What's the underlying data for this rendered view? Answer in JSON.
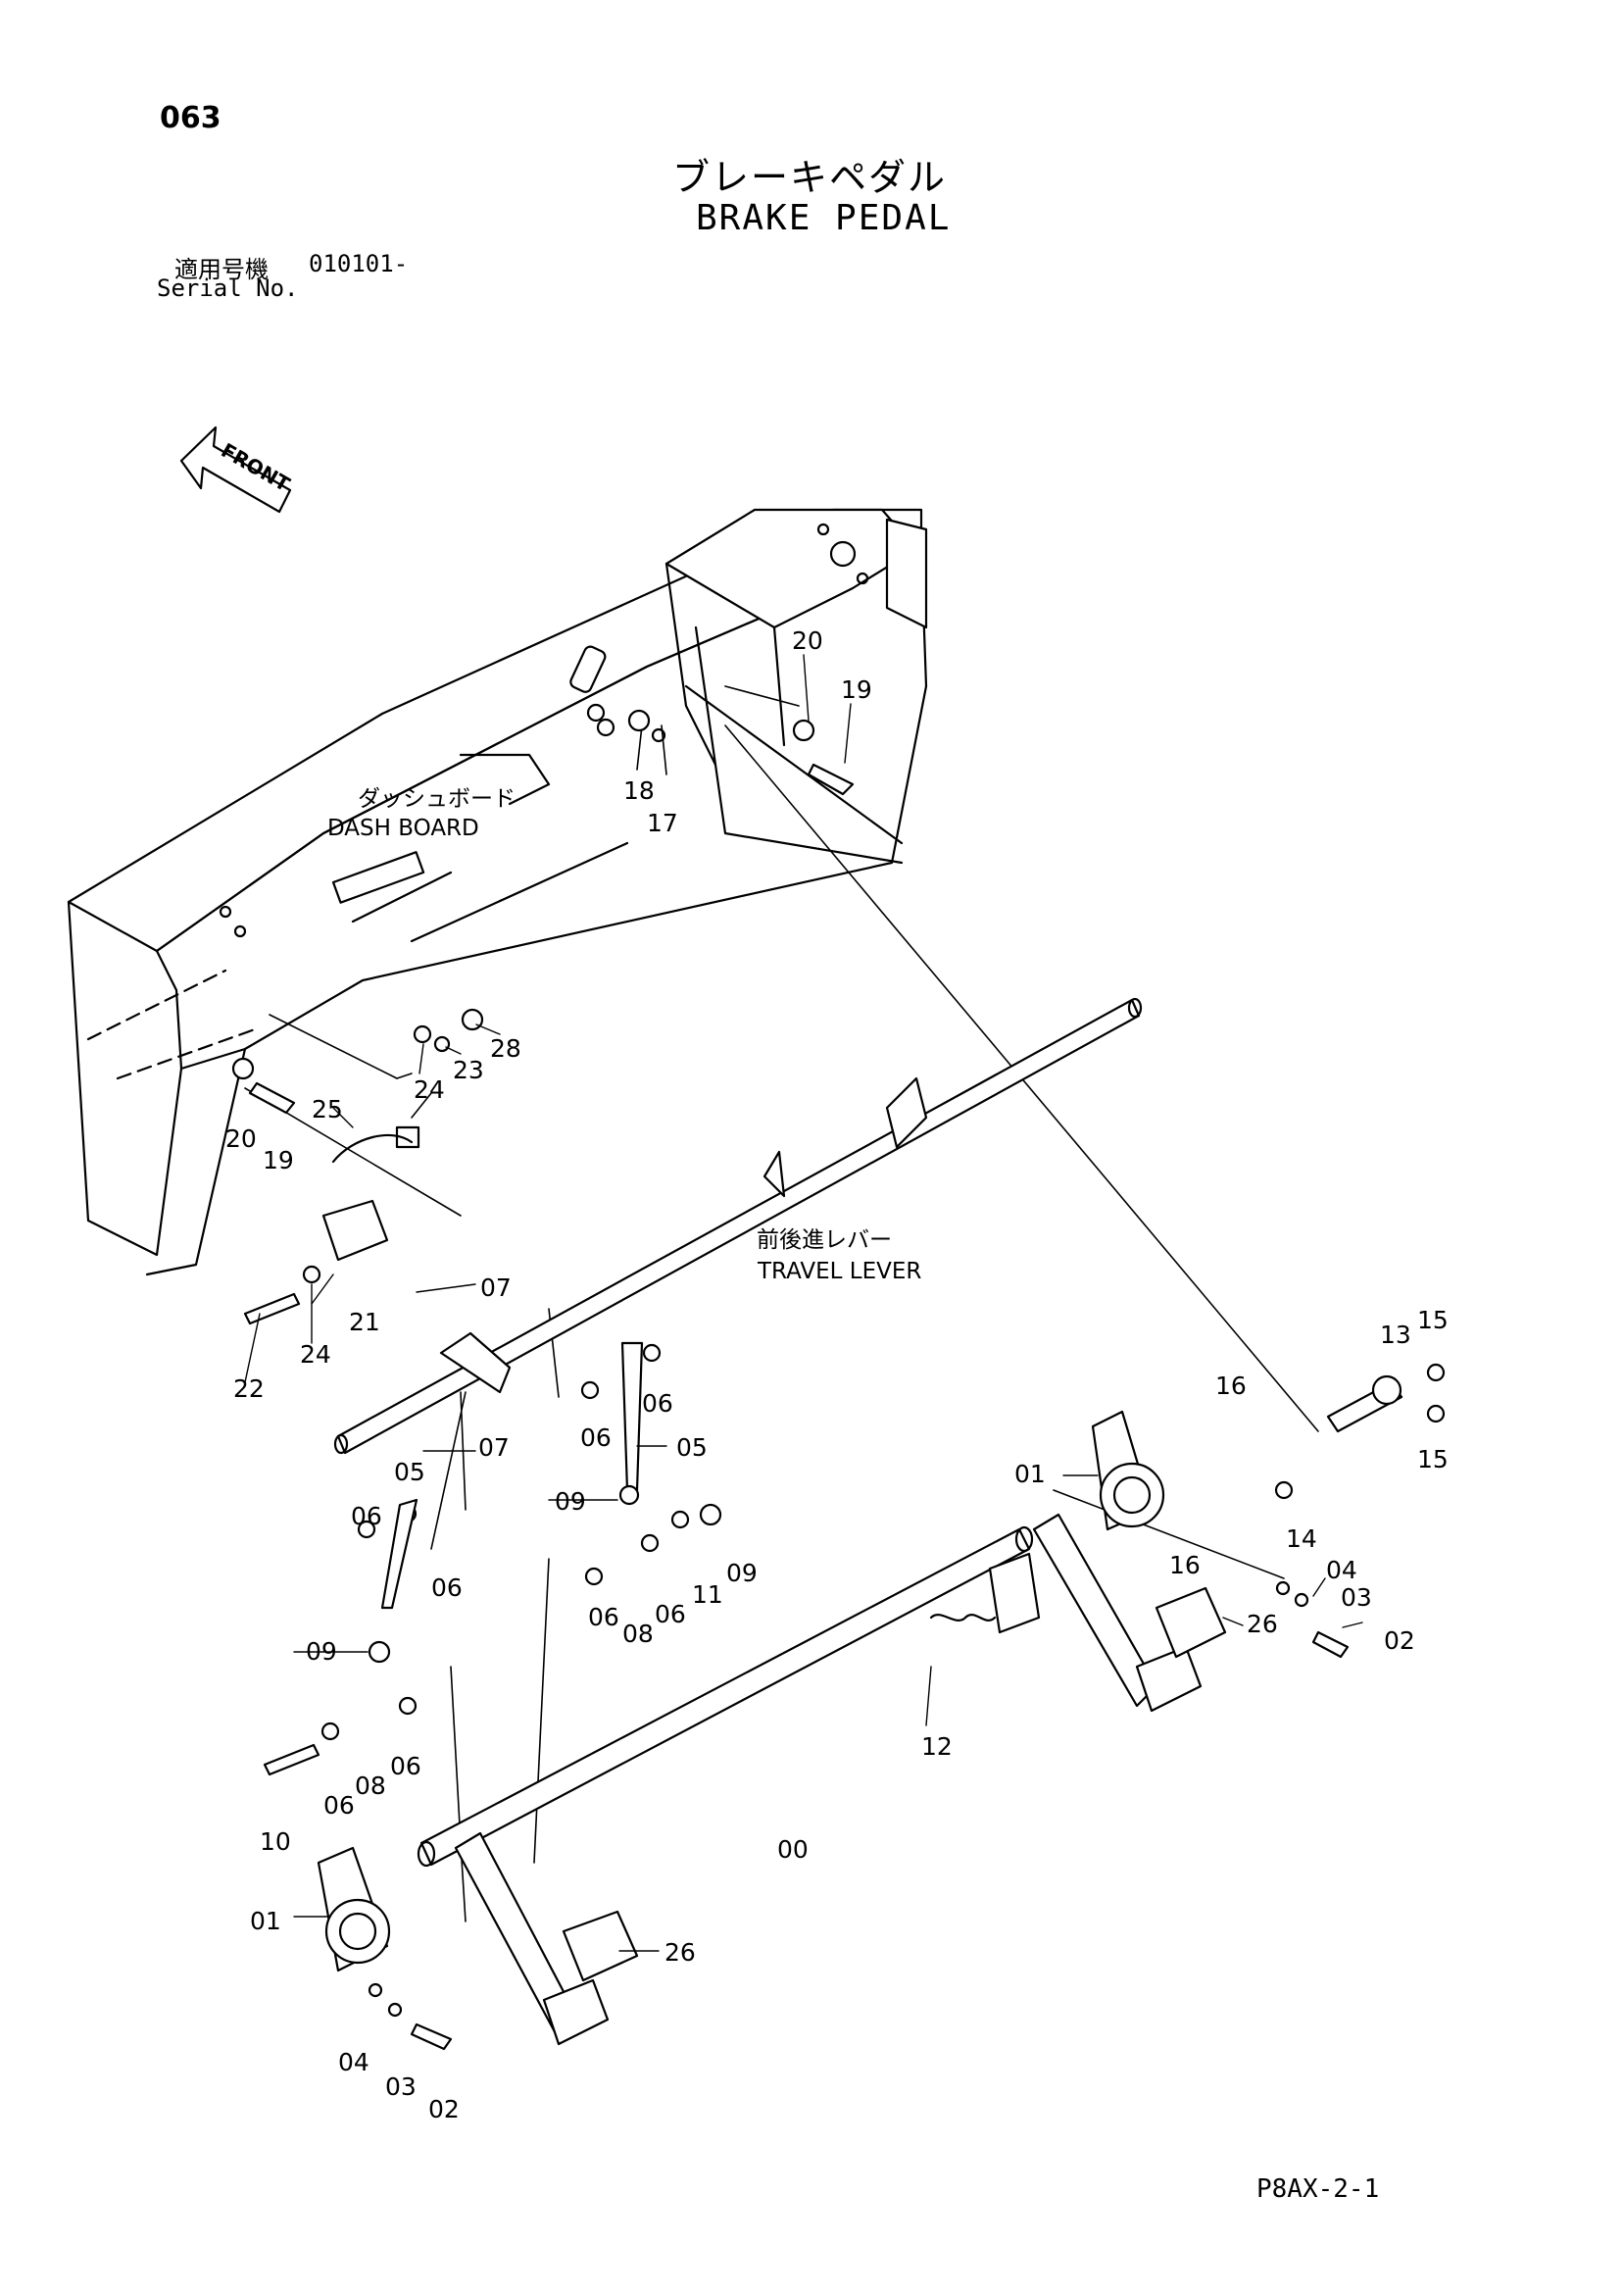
{
  "page": {
    "number": "063",
    "title_jp": "ブレーキペダル",
    "title_en": "BRAKE PEDAL",
    "serial_label_jp": "適用号機",
    "serial_value": "010101-",
    "serial_label_en": "Serial No.",
    "footer_code": "P8AX-2-1"
  },
  "front_arrow_text": "FRONT",
  "captions": {
    "dash_board_jp": "ダッシュボード",
    "dash_board_en": "DASH BOARD",
    "travel_lever_jp": "前後進レバー",
    "travel_lever_en": "TRAVEL LEVER"
  },
  "part_labels": {
    "p20a": "20",
    "p19a": "19",
    "p18": "18",
    "p17": "17",
    "p24a": "24",
    "p23": "23",
    "p28": "28",
    "p20b": "20",
    "p19b": "19",
    "p25": "25",
    "p21": "21",
    "p24b": "24",
    "p22": "22",
    "p07a": "07",
    "p07b": "07",
    "p06a": "06",
    "p06b": "06",
    "p05a": "05",
    "p09a": "09",
    "p05b": "05",
    "p06c": "06",
    "p06d": "06",
    "p06e": "06",
    "p08a": "08",
    "p06f": "06",
    "p11": "11",
    "p09b": "09",
    "p09c": "09",
    "p06g": "06",
    "p08b": "08",
    "p06h": "06",
    "p10": "10",
    "p13": "13",
    "p15a": "15",
    "p15b": "15",
    "p16a": "16",
    "p01a": "01",
    "p14": "14",
    "p16b": "16",
    "p04a": "04",
    "p03a": "03",
    "p02a": "02",
    "p26a": "26",
    "p12": "12",
    "p00": "00",
    "p01b": "01",
    "p26b": "26",
    "p04b": "04",
    "p03b": "03",
    "p02b": "02"
  }
}
